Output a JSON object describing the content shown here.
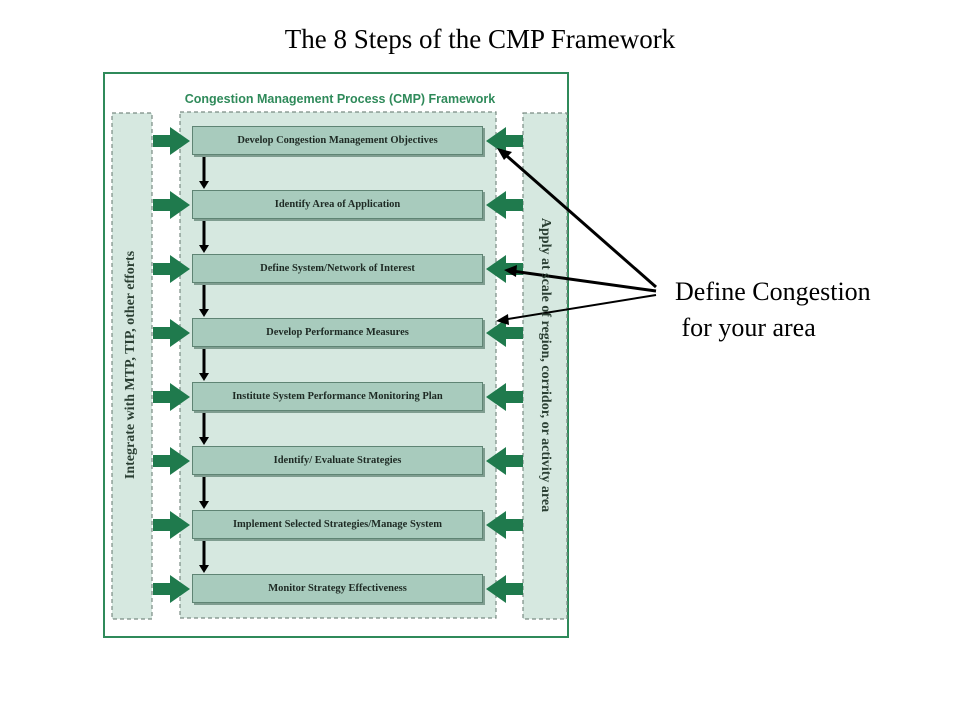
{
  "title": "The 8 Steps of the CMP Framework",
  "framework": {
    "title": "Congestion Management Process (CMP) Framework",
    "left_label": "Integrate with MTP, TIP, other efforts",
    "right_label": "Apply at scale of region, corridor, or activity area",
    "steps": [
      "Develop Congestion Management Objectives",
      "Identify Area of Application",
      "Define System/Network of Interest",
      "Develop Performance Measures",
      "Institute System Performance Monitoring Plan",
      "Identify/ Evaluate Strategies",
      "Implement Selected Strategies/Manage System",
      "Monitor Strategy Effectiveness"
    ]
  },
  "callout": {
    "line1": "Define Congestion",
    "line2": " for your area"
  },
  "colors": {
    "frame": "#2f8a5a",
    "step_fill": "#a8cbbd",
    "panel_fill": "#d6e8e0",
    "arrow": "#1f7a4d"
  }
}
